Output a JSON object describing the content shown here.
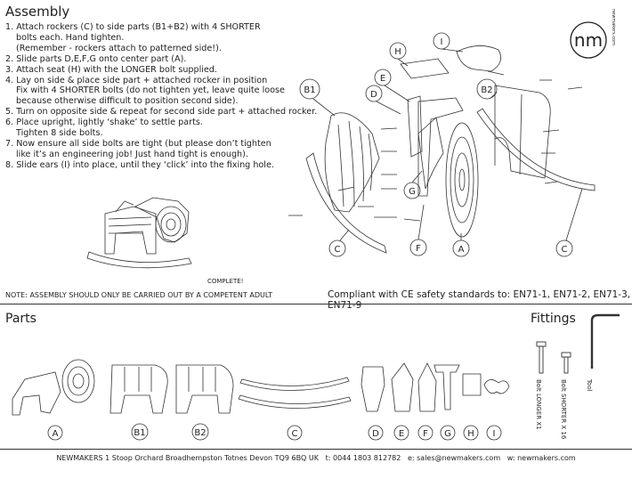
{
  "assembly": {
    "title": "Assembly",
    "steps": [
      "1. Attach rockers (C) to side parts (B1+B2) with 4 SHORTER",
      "bolts each. Hand tighten.",
      "(Remember - rockers attach to patterned side!).",
      "2. Slide parts D,E,F,G onto center part (A).",
      "3. Attach seat (H) with the LONGER bolt supplied.",
      "4. Lay on side & place side part + attached rocker in position",
      "Fix with 4 SHORTER bolts (do not tighten yet, leave quite loose",
      "because otherwise difficult to position second side).",
      "5. Turn on opposite side & repeat for second side part + attached rocker.",
      "6. Place upright, lightly ‘shake’ to settle parts.",
      "Tighten 8 side bolts.",
      "7. Now ensure all side bolts are tight (but please don’t tighten",
      "like it’s an engineering job! Just hand tight is enough).",
      "8. Slide ears (I) into place, until they ‘click’ into the fixing hole."
    ],
    "complete_label": "COMPLETE!"
  },
  "brand": {
    "logo_text": "nm",
    "ring_text": "newmakers.com"
  },
  "diagram_labels": [
    "H",
    "I",
    "E",
    "B1",
    "D",
    "B2",
    "G",
    "C",
    "F",
    "A",
    "C"
  ],
  "note": "NOTE: ASSEMBLY SHOULD ONLY BE CARRIED OUT BY A COMPETENT ADULT",
  "compliance": "Compliant with CE safety standards to: EN71-1, EN71-2, EN71-3, EN71-9",
  "parts": {
    "title": "Parts",
    "labels": [
      "A",
      "B1",
      "B2",
      "C",
      "D",
      "E",
      "F",
      "G",
      "H",
      "I"
    ]
  },
  "fittings": {
    "title": "Fittings",
    "items": [
      "Bolt LONGER X1",
      "Bolt SHORTER X 16",
      "Tool"
    ]
  },
  "footer": "NEWMAKERS 1 Stoop Orchard Broadhempston Totnes Devon TQ9 6BQ UK   t: 0044 1803 812782   e: sales@newmakers.com   w: newmakers.com"
}
